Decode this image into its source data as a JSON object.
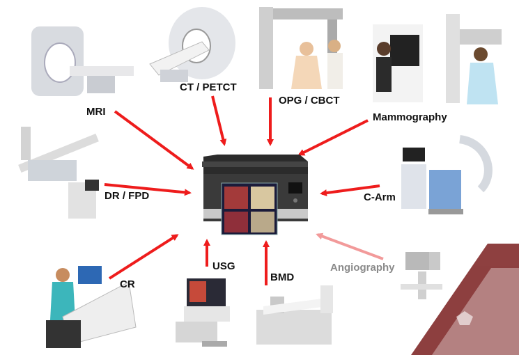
{
  "diagram": {
    "center_device": "printer",
    "modalities": [
      {
        "id": "mri",
        "label": "MRI",
        "icon": "mri-scanner-icon"
      },
      {
        "id": "ct",
        "label": "CT / PETCT",
        "icon": "ct-scanner-icon"
      },
      {
        "id": "opg",
        "label": "OPG / CBCT",
        "icon": "dental-xray-icon"
      },
      {
        "id": "mammo",
        "label": "Mammography",
        "icon": "mammography-unit-icon"
      },
      {
        "id": "dr",
        "label": "DR / FPD",
        "icon": "dr-xray-table-icon"
      },
      {
        "id": "carm",
        "label": "C-Arm",
        "icon": "c-arm-icon"
      },
      {
        "id": "cr",
        "label": "CR",
        "icon": "cr-workstation-icon"
      },
      {
        "id": "usg",
        "label": "USG",
        "icon": "ultrasound-machine-icon"
      },
      {
        "id": "bmd",
        "label": "BMD",
        "icon": "bone-densitometer-icon"
      },
      {
        "id": "angio",
        "label": "Angiography",
        "icon": "angiography-system-icon",
        "faded": true
      }
    ],
    "colors": {
      "arrow": "#ee1c1c",
      "arrow_faded": "#f29a9a",
      "watermark": "#7a1e1e"
    }
  }
}
